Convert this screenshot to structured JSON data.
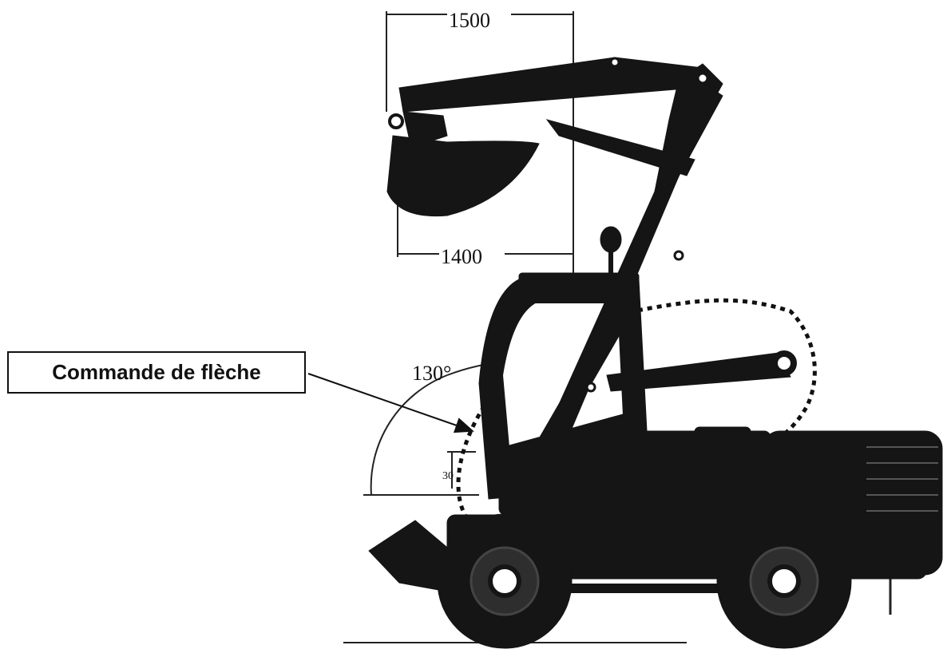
{
  "labels": {
    "dim_top": "1500",
    "dim_mid": "1400",
    "angle": "130°",
    "small_dim": "30",
    "callout": "Commande de flèche"
  },
  "colors": {
    "ink": "#111111",
    "machine": "#151515",
    "background": "#ffffff"
  },
  "icons": [
    "excavator-illustration",
    "arrow-icon",
    "dashed-envelope-icon"
  ]
}
